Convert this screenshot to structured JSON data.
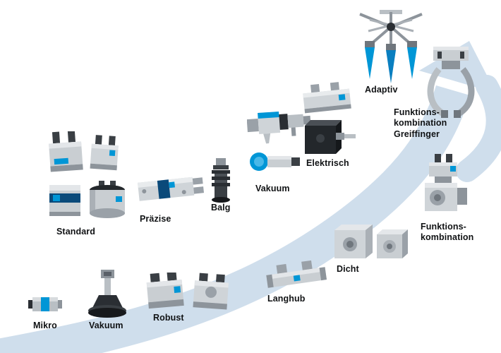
{
  "diagram": {
    "name": "Greifer Produktuebersicht",
    "colors": {
      "arrow": "#cfdeec",
      "accent_blue": "#0096d6",
      "navy": "#0a4a7a",
      "dark": "#23272b"
    },
    "items": [
      {
        "id": "standard",
        "label": "Standard"
      },
      {
        "id": "praezise",
        "label": "Präzise"
      },
      {
        "id": "balg",
        "label": "Balg"
      },
      {
        "id": "vakuum-mitte",
        "label": "Vakuum"
      },
      {
        "id": "elektrisch",
        "label": "Elektrisch"
      },
      {
        "id": "adaptiv",
        "label": "Adaptiv"
      },
      {
        "id": "funktionskombination-greiffinger",
        "label": "Funktions-\nkombination\nGreiffinger"
      },
      {
        "id": "funktionskombination",
        "label": "Funktions-\nkombination"
      },
      {
        "id": "dicht",
        "label": "Dicht"
      },
      {
        "id": "langhub",
        "label": "Langhub"
      },
      {
        "id": "robust",
        "label": "Robust"
      },
      {
        "id": "vakuum-unten",
        "label": "Vakuum"
      },
      {
        "id": "mikro",
        "label": "Mikro"
      }
    ]
  }
}
